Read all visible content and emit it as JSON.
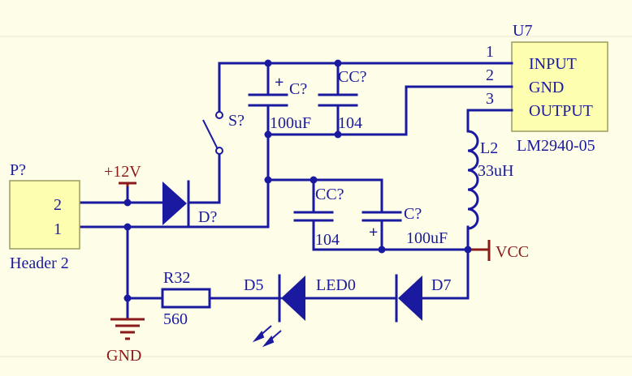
{
  "u7": {
    "ref": "U7",
    "part": "LM2940-05",
    "pins": [
      {
        "num": "1",
        "name": "INPUT"
      },
      {
        "num": "2",
        "name": "GND"
      },
      {
        "num": "3",
        "name": "OUTPUT"
      }
    ]
  },
  "header": {
    "ref": "P?",
    "part": "Header 2",
    "pins": [
      "2",
      "1"
    ]
  },
  "power": {
    "v12": "+12V",
    "vcc": "VCC",
    "gnd": "GND"
  },
  "switch": {
    "ref": "S?"
  },
  "cap_top_electrolytic": {
    "ref": "C?",
    "value": "100uF",
    "polarity": "+"
  },
  "cap_top_ceramic": {
    "ref": "CC?",
    "value": "104"
  },
  "cap_mid_ceramic": {
    "ref": "CC?",
    "value": "104"
  },
  "cap_mid_electrolytic": {
    "ref": "C?",
    "value": "100uF",
    "polarity": "+"
  },
  "diode_input": {
    "ref": "D?"
  },
  "inductor": {
    "ref": "L2",
    "value": "33uH"
  },
  "resistor": {
    "ref": "R32",
    "value": "560"
  },
  "led": {
    "ref": "D5",
    "name": "LED0"
  },
  "diode_out": {
    "ref": "D7"
  },
  "colors": {
    "wire": "#1a1aa0",
    "power": "#8b1a1a",
    "chip_fill": "#fefeb0",
    "background": "#fefee8"
  }
}
